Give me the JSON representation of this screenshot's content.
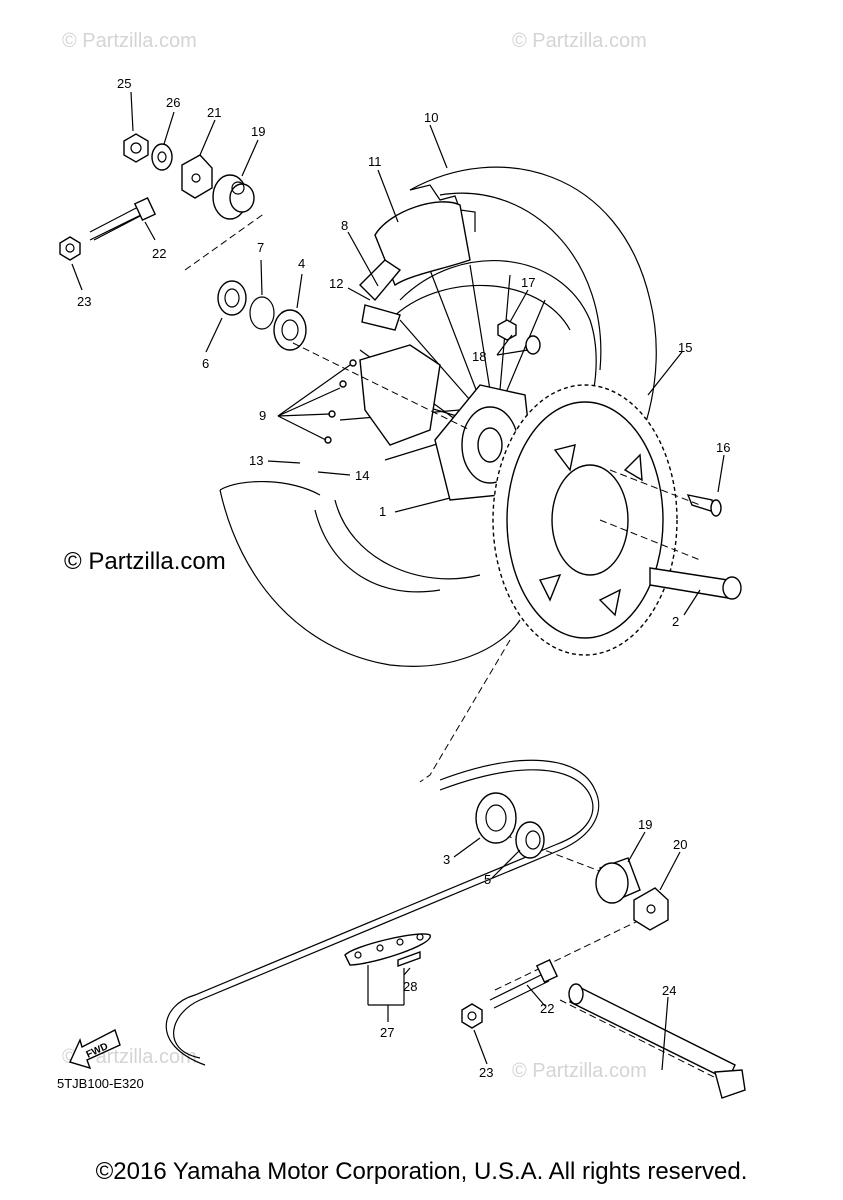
{
  "watermarks": {
    "top_left": "© Partzilla.com",
    "top_right": "© Partzilla.com",
    "mid_left": "© Partzilla.com",
    "bottom_left": "© Partzilla.com",
    "bottom_right": "© Partzilla.com"
  },
  "diagram_code": "5TJB100-E320",
  "fwd_label": "FWD",
  "copyright": "©2016 Yamaha Motor Corporation, U.S.A. All rights reserved.",
  "callouts": [
    "1",
    "2",
    "3",
    "4",
    "5",
    "6",
    "7",
    "8",
    "9",
    "10",
    "11",
    "12",
    "13",
    "14",
    "15",
    "16",
    "17",
    "18",
    "19",
    "19",
    "20",
    "21",
    "22",
    "22",
    "23",
    "23",
    "24",
    "25",
    "26",
    "27",
    "28"
  ]
}
